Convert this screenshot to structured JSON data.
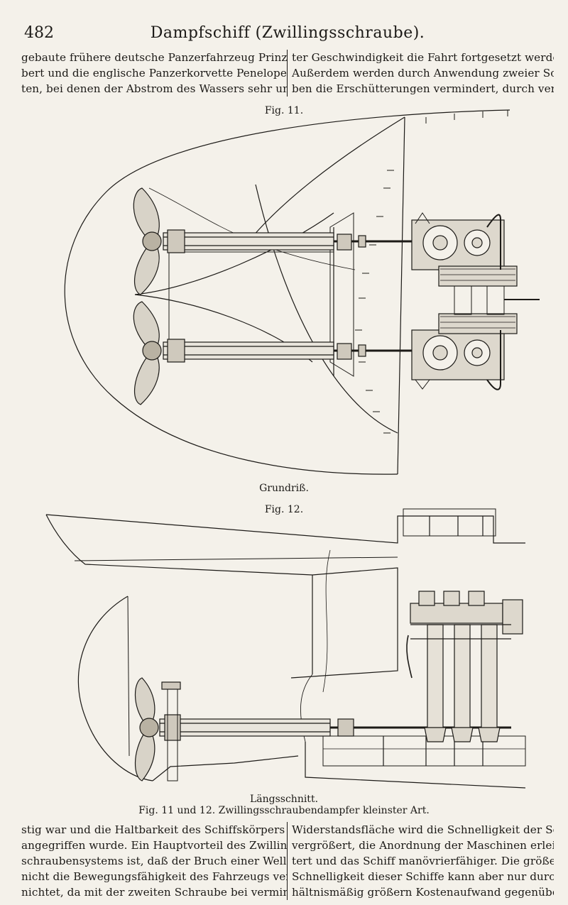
{
  "header": {
    "page_number": "482",
    "running_title": "Dampfschiff (Zwillingsschraube)."
  },
  "top_text": {
    "left_lines": [
      "gebaute frühere deutsche Panzerfahrzeug Prinz Adal=",
      "bert und die englische Panzerkorvette Penelope hat=",
      "ten, bei denen der Abstrom des Wassers sehr ungün="
    ],
    "right_lines": [
      "ter Geschwindigkeit die Fahrt fortgesetzt werden kann.",
      "Außerdem werden durch Anwendung zweier Schrau=",
      "ben die Erschütterungen vermindert, durch vermehrte"
    ]
  },
  "figure_11": {
    "label": "Fig. 11.",
    "sublabel": "Grundriß."
  },
  "figure_12": {
    "label": "Fig. 12.",
    "sublabel": "Längsschnitt."
  },
  "caption": "Fig. 11 und 12. Zwillingsschraubendampfer kleinster Art.",
  "bottom_text": {
    "left_lines": [
      "stig war und die Haltbarkeit des Schiffskörpers sehr",
      "angegriffen wurde. Ein Hauptvorteil des Zwillings=",
      "schraubensystems ist, daß der Bruch einer Welle noch",
      "nicht die Bewegungsfähigkeit des Fahrzeugs ver=",
      "nichtet, da mit der zweiten Schraube bei verminder="
    ],
    "right_lines": [
      "Widerstandsfläche wird die Schnelligkeit der Schiffe",
      "vergrößert, die Anordnung der Maschinen erleich=",
      "tert und das Schiff manövrierfähiger. Die größere",
      "Schnelligkeit dieser Schiffe kann aber nur durch ver=",
      "hältnismäßig größern Kostenaufwand gegenüber der"
    ]
  }
}
